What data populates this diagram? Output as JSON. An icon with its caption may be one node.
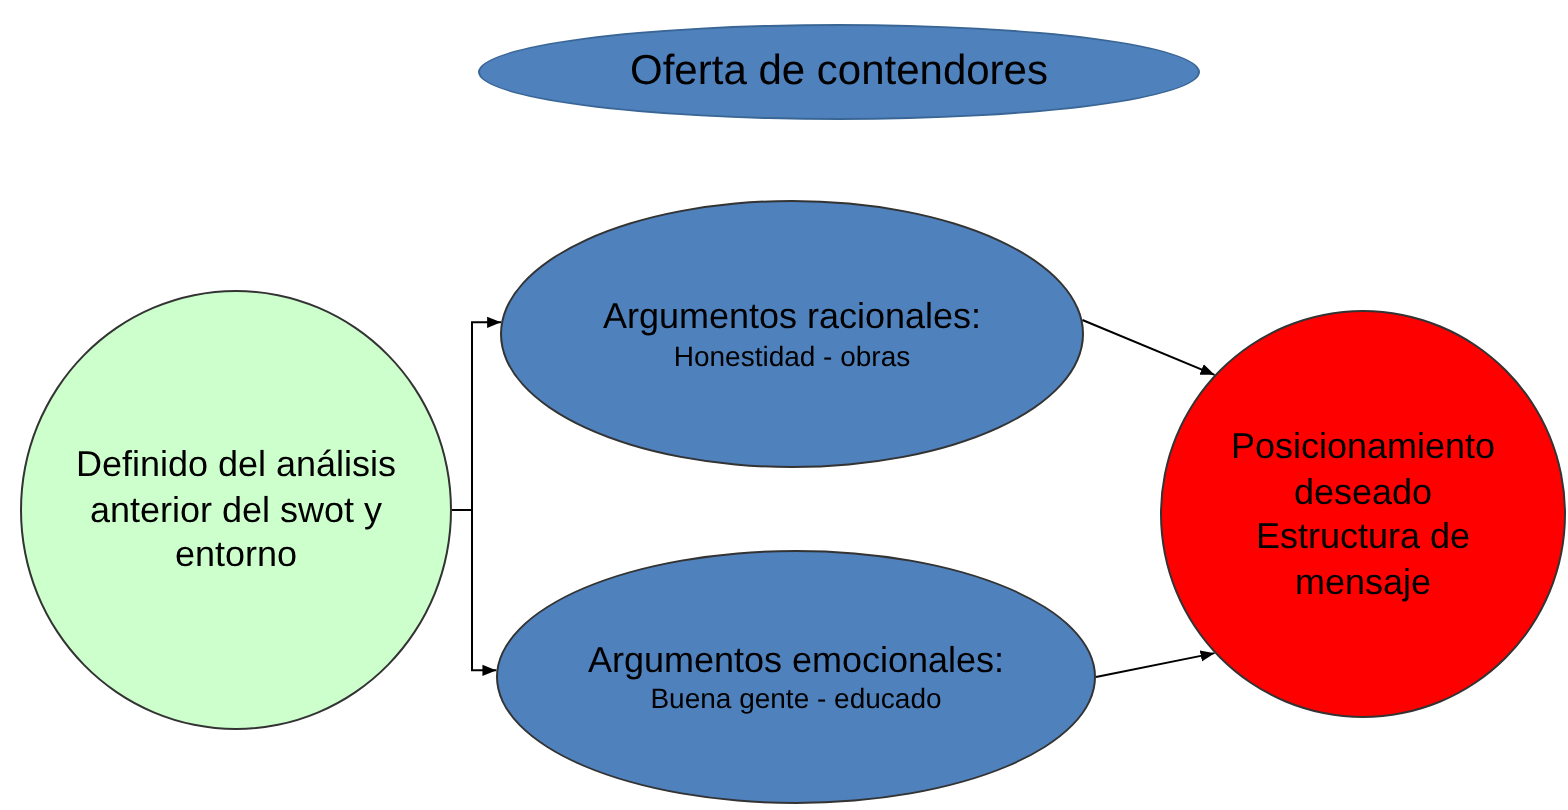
{
  "diagram": {
    "nodes": [
      {
        "text": [
          "Oferta de contendores"
        ]
      },
      {
        "text": [
          "Definido del análisis anterior del swot y entorno"
        ]
      },
      {
        "text": [
          "Argumentos racionales:",
          "Honestidad - obras"
        ]
      },
      {
        "text": [
          "Argumentos emocionales:",
          "Buena gente - educado"
        ]
      },
      {
        "text": [
          "Posicionamiento deseado",
          "Estructura de mensaje"
        ]
      }
    ],
    "edges": [
      {
        "from": 1,
        "to": 2,
        "arrow": "to"
      },
      {
        "from": 1,
        "to": 3,
        "arrow": "to"
      },
      {
        "from": 2,
        "to": 4,
        "arrow": "to"
      },
      {
        "from": 3,
        "to": 4,
        "arrow": "to"
      }
    ]
  }
}
